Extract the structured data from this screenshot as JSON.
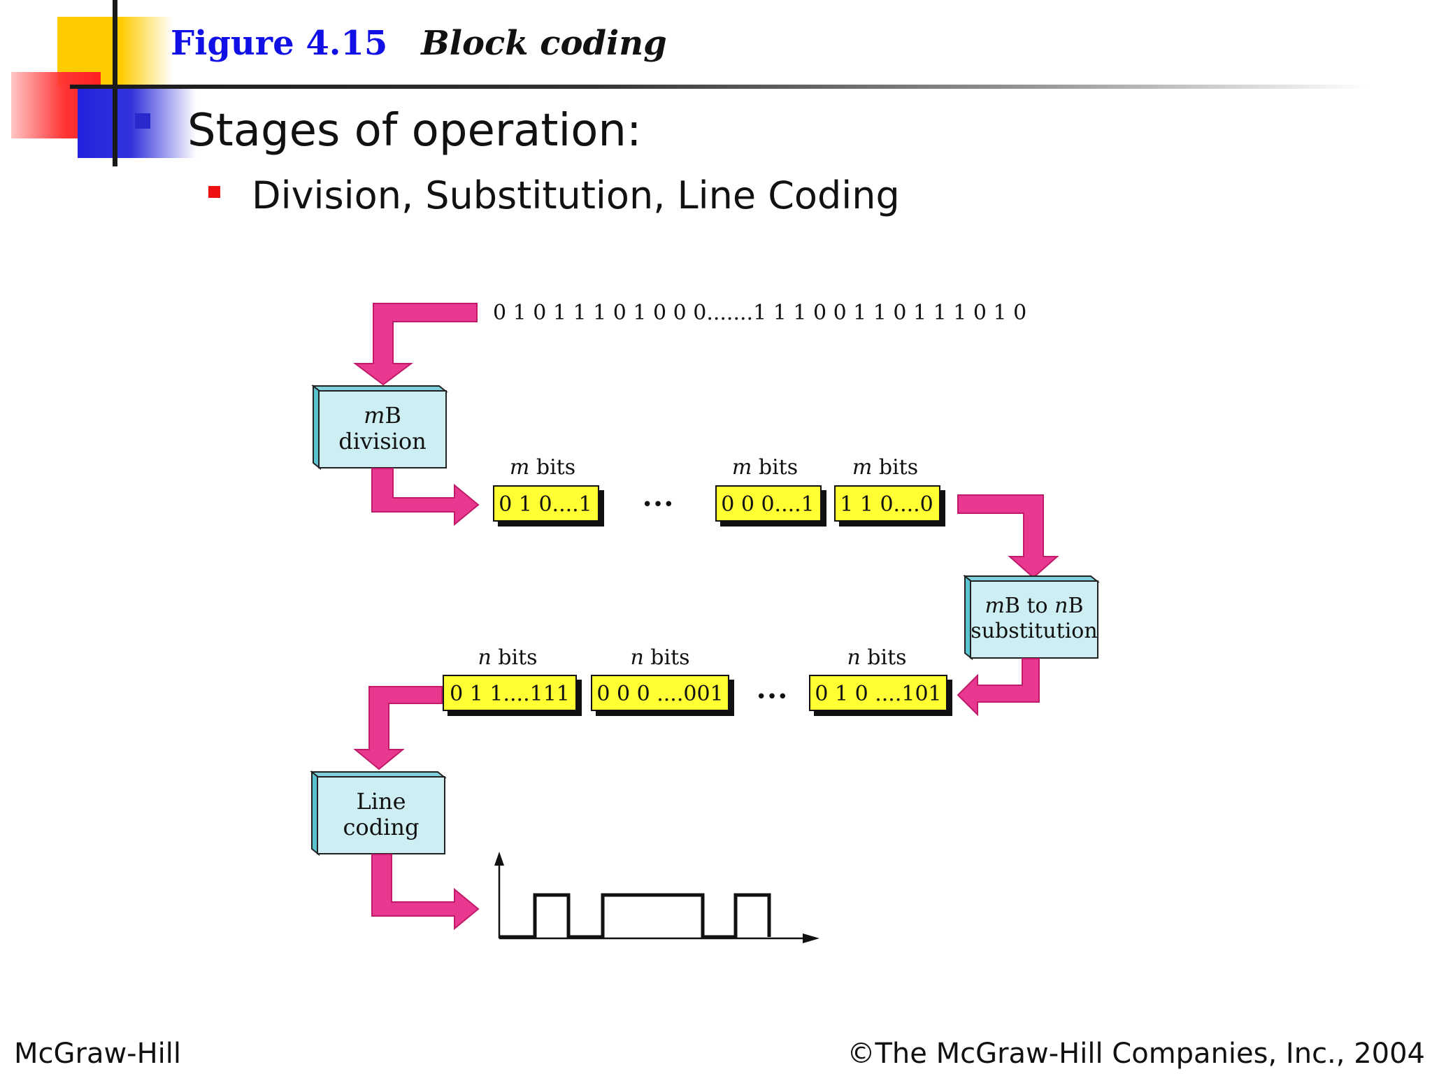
{
  "slide": {
    "figure_label": "Figure 4.15",
    "figure_name": "Block coding",
    "heading": "Stages of operation:",
    "subpoint": "Division, Substitution, Line Coding"
  },
  "diagram": {
    "input_stream": "0 1 0 1 1 1 0 1 0 0 0.......1 1 1 0 0 1 1 0 1 1 1 0 1 0",
    "division_block": {
      "line1_italic": "m",
      "line1_rest": "B",
      "line2": "division"
    },
    "substitution_block": {
      "m_italic": "m",
      "m_rest": "B to ",
      "n_italic": "n",
      "n_rest": "B",
      "line2": "substitution"
    },
    "line_coding_block": {
      "line1": "Line",
      "line2": "coding"
    },
    "m_groups": [
      {
        "label_italic": "m",
        "label_rest": " bits",
        "value": "0 1 0....1"
      },
      {
        "label_italic": "m",
        "label_rest": " bits",
        "value": "0 0 0....1"
      },
      {
        "label_italic": "m",
        "label_rest": " bits",
        "value": "1 1 0....0"
      }
    ],
    "n_groups": [
      {
        "label_italic": "n",
        "label_rest": " bits",
        "value": "0 1 1....111"
      },
      {
        "label_italic": "n",
        "label_rest": " bits",
        "value": "0 0 0 ....001"
      },
      {
        "label_italic": "n",
        "label_rest": " bits",
        "value": "0 1 0 ....101"
      }
    ],
    "ellipsis": "•••",
    "colors": {
      "arrow": "#e8388f",
      "block": "#cdeef2",
      "block_side": "#5bc2d0",
      "group": "#ffff33"
    }
  },
  "footer": {
    "publisher": "McGraw-Hill",
    "copyright": "©The McGraw-Hill Companies, Inc., 2004"
  }
}
